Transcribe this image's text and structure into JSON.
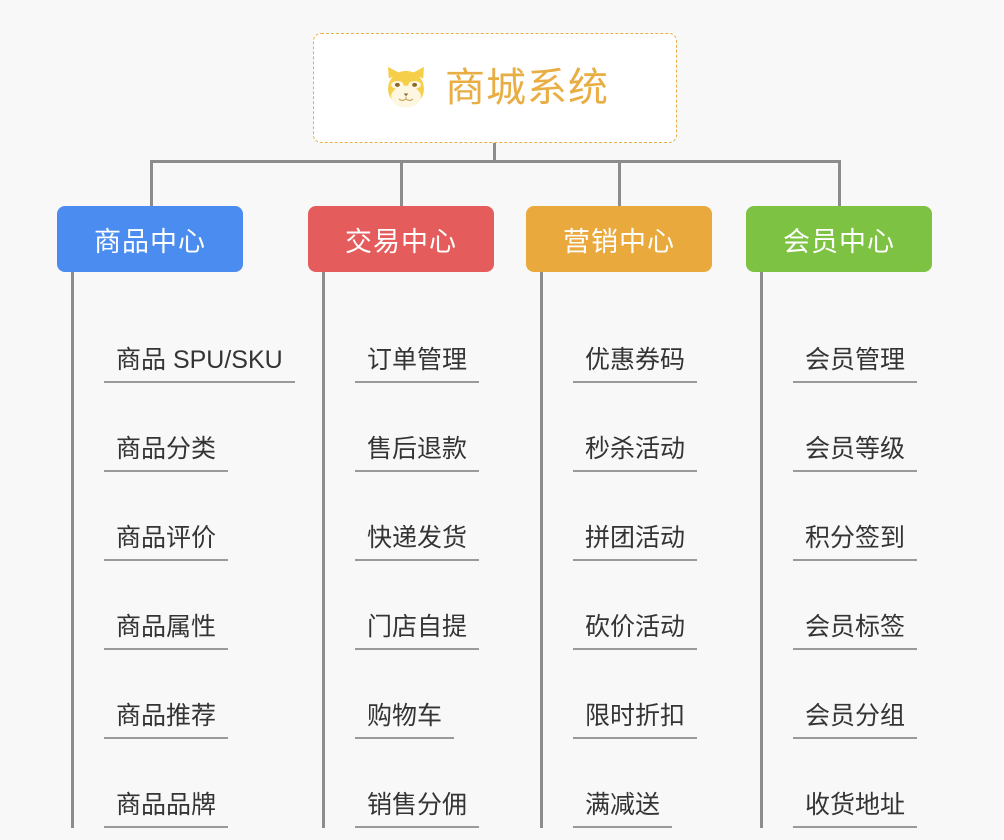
{
  "background_color": "#f8f8f8",
  "root": {
    "title": "商城系统",
    "icon": "shiba-dog-icon",
    "title_color": "#e8ae43",
    "border_color": "#e8ae43"
  },
  "columns": [
    {
      "header": "商品中心",
      "color": "#4a8cf0",
      "items": [
        "商品 SPU/SKU",
        "商品分类",
        "商品评价",
        "商品属性",
        "商品推荐",
        "商品品牌"
      ]
    },
    {
      "header": "交易中心",
      "color": "#e45c5c",
      "items": [
        "订单管理",
        "售后退款",
        "快递发货",
        "门店自提",
        "购物车",
        "销售分佣"
      ]
    },
    {
      "header": "营销中心",
      "color": "#eaa93c",
      "items": [
        "优惠券码",
        "秒杀活动",
        "拼团活动",
        "砍价活动",
        "限时折扣",
        "满减送"
      ]
    },
    {
      "header": "会员中心",
      "color": "#7dc242",
      "items": [
        "会员管理",
        "会员等级",
        "积分签到",
        "会员标签",
        "会员分组",
        "收货地址"
      ]
    }
  ]
}
